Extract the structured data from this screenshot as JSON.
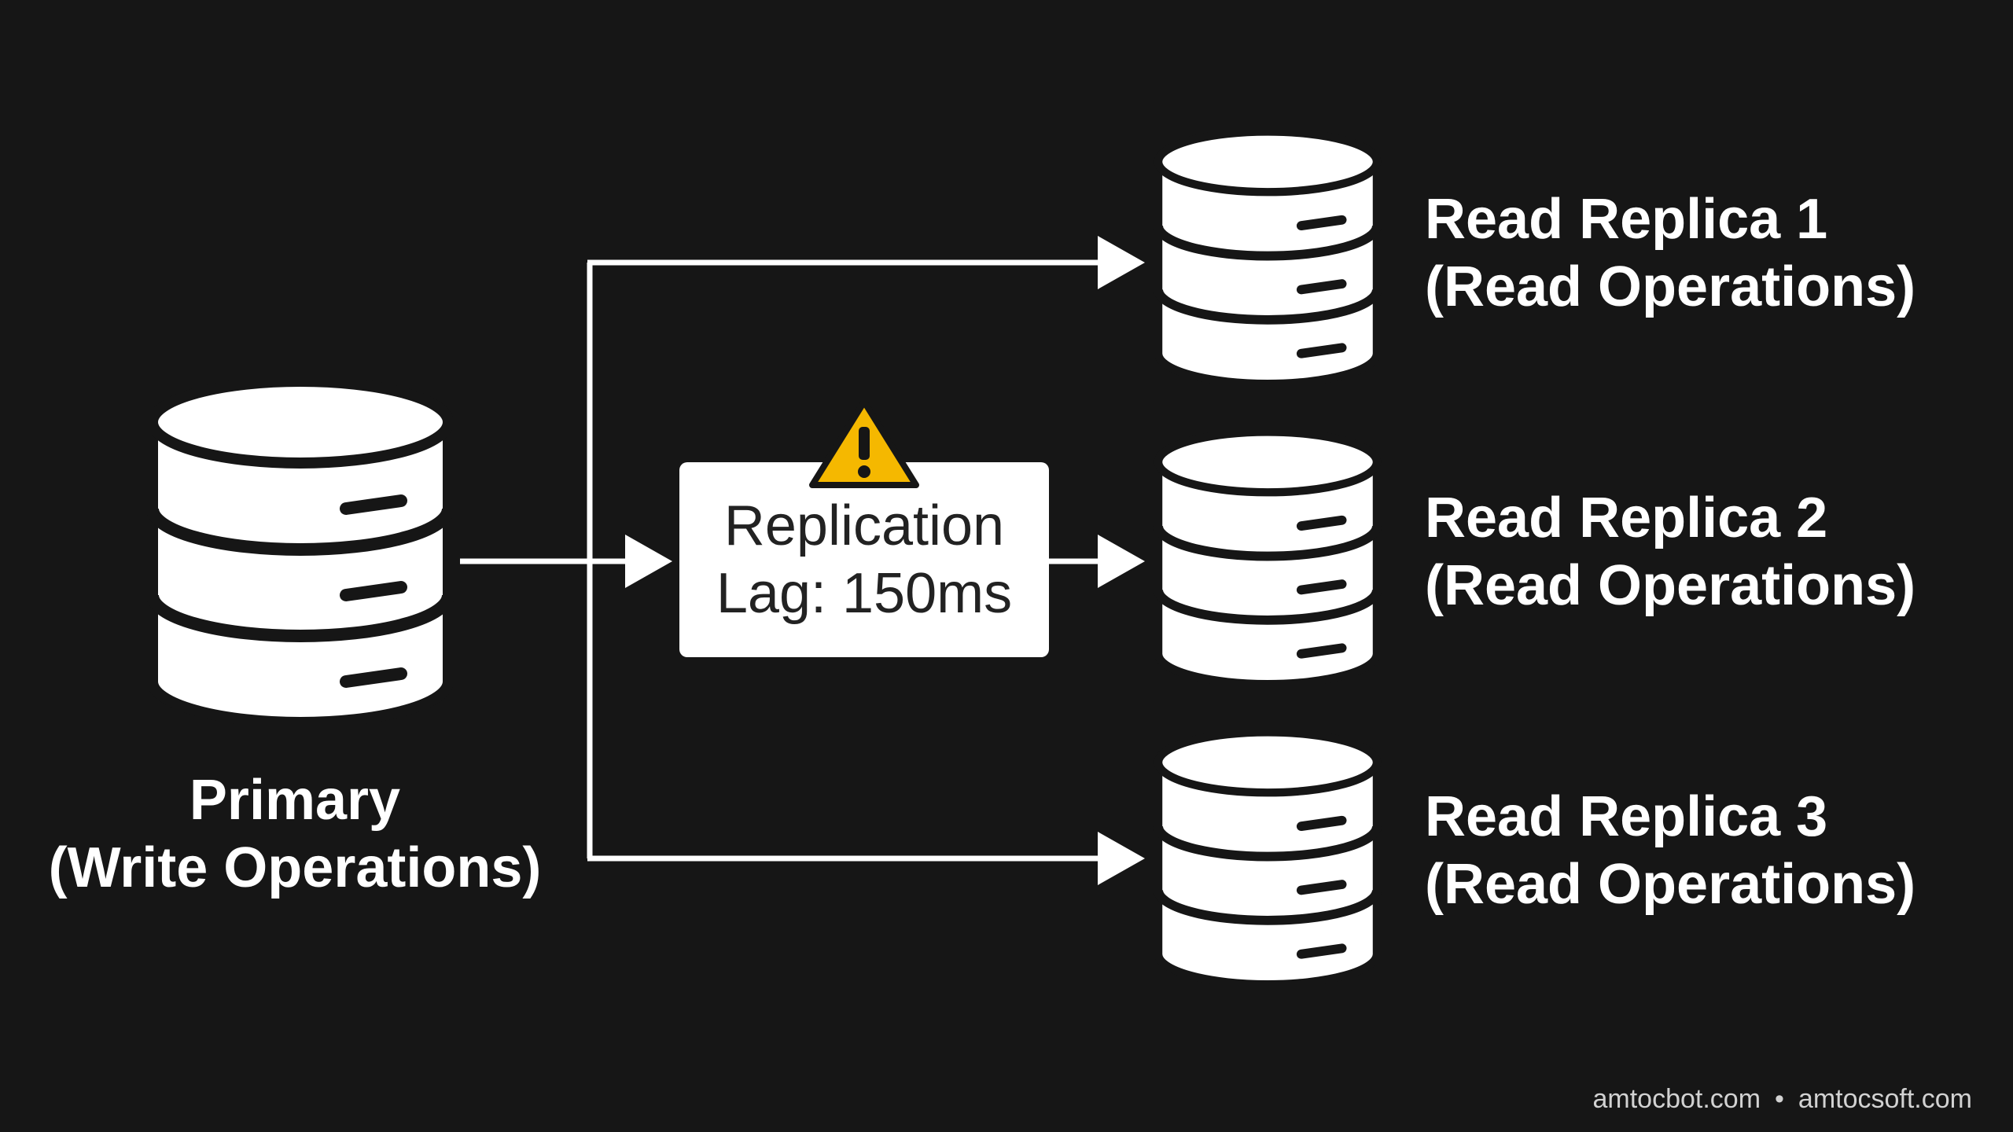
{
  "colors": {
    "background": "#161616",
    "line": "#ffffff",
    "database_fill": "#ffffff",
    "database_stroke": "#161616",
    "warning": "#f5b800"
  },
  "primary": {
    "icon": "database-icon",
    "title": "Primary",
    "subtitle": "(Write Operations)"
  },
  "replication": {
    "icon": "warning-icon",
    "line1": "Replication",
    "line2": "Lag: 150ms"
  },
  "replicas": [
    {
      "icon": "database-icon",
      "title": "Read Replica 1",
      "subtitle": "(Read Operations)"
    },
    {
      "icon": "database-icon",
      "title": "Read Replica 2",
      "subtitle": "(Read Operations)"
    },
    {
      "icon": "database-icon",
      "title": "Read Replica 3",
      "subtitle": "(Read Operations)"
    }
  ],
  "footer": {
    "site1": "amtocbot.com",
    "separator": "•",
    "site2": "amtocsoft.com"
  }
}
